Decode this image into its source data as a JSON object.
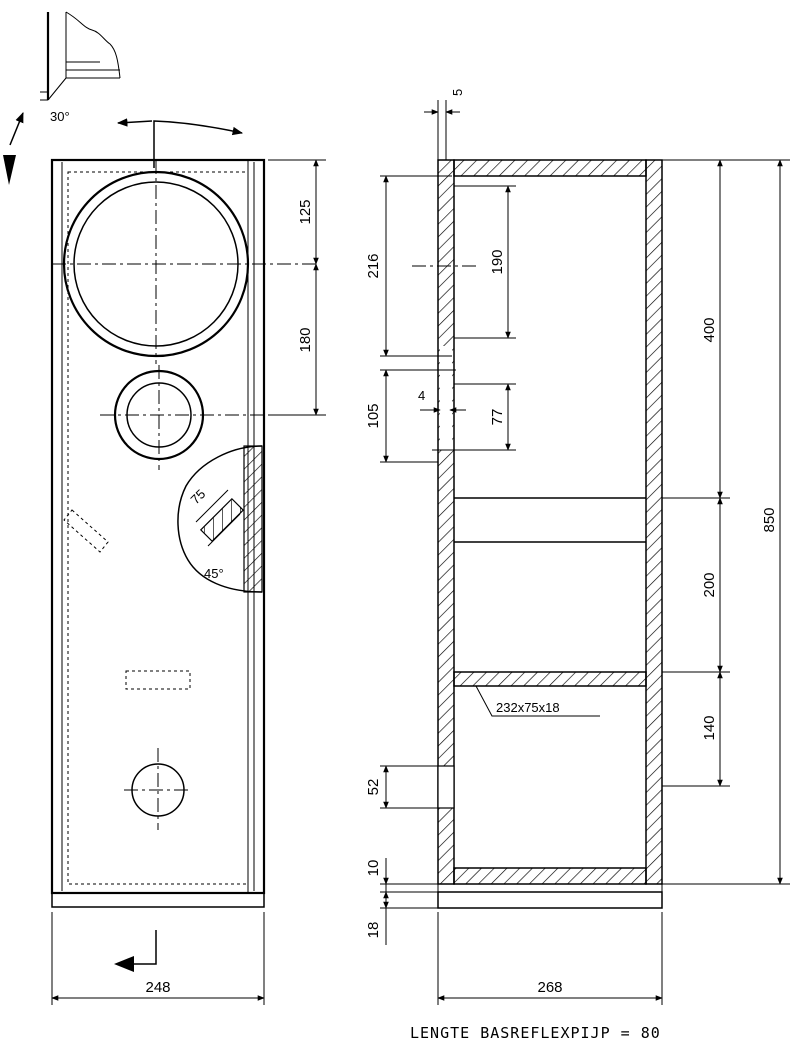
{
  "dimensions": {
    "top_notch": "5",
    "front_125": "125",
    "front_180": "180",
    "port_216": "216",
    "port_190": "190",
    "port_105": "105",
    "port_4": "4",
    "port_77": "77",
    "height_400": "400",
    "height_200": "200",
    "height_140": "140",
    "height_850": "850",
    "port_52": "52",
    "base_10": "10",
    "base_18": "18",
    "width_front": "248",
    "width_side": "268"
  },
  "angles": {
    "top_angle": "30°",
    "insert_angle": "45°",
    "insert_75": "75"
  },
  "labels": {
    "shelf": "232x75x18"
  },
  "note": "LENGTE BASREFLEXPIJP = 80"
}
